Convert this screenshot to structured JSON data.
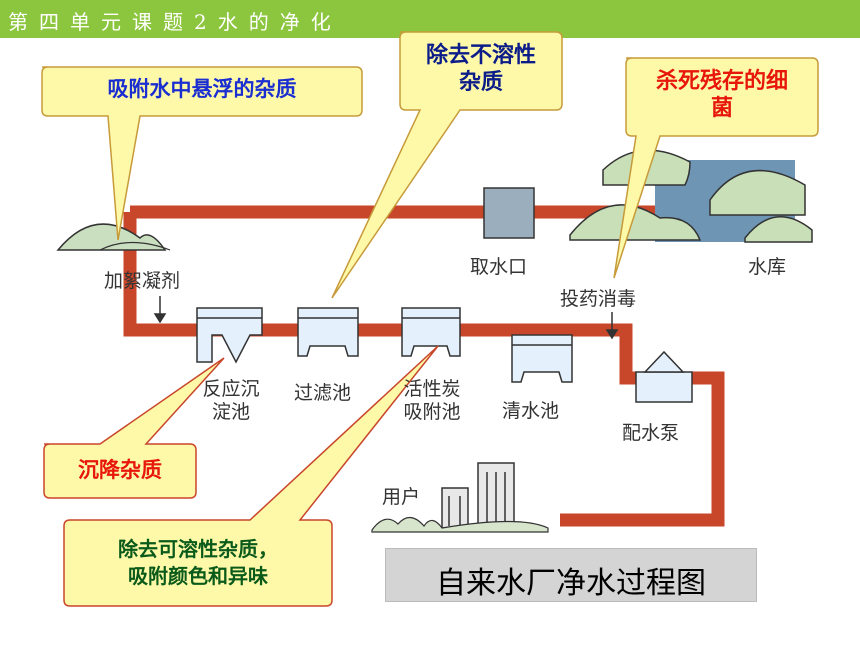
{
  "header": {
    "title": "第四单元课题2水的净化"
  },
  "callouts": {
    "adsorb_suspended": "吸附水中悬浮的杂质",
    "remove_insoluble": [
      "除去不溶性",
      "杂质"
    ],
    "kill_bacteria": [
      "杀死残存的细",
      "菌"
    ],
    "sedimentation": "沉降杂质",
    "remove_soluble": [
      "除去可溶性杂质，",
      "吸附颜色和异味"
    ]
  },
  "labels": {
    "coagulant": "加絮凝剂",
    "intake": "取水口",
    "reservoir": "水库",
    "disinfect": "投药消毒",
    "reaction_tank": [
      "反应沉",
      "淀池"
    ],
    "filter_tank": "过滤池",
    "carbon_tank": [
      "活性炭",
      "吸附池"
    ],
    "clean_water_tank": "清水池",
    "pump": "配水泵",
    "users": "用户"
  },
  "diagram_title": "自来水厂净水过程图",
  "colors": {
    "header": "#8cc63e",
    "pipe": "#c8462a",
    "callout_fill": "#fdf9a8",
    "callout_border": "#c79a3a",
    "blue_text": "#1b2ed1",
    "red_text": "#e8170c",
    "green_text": "#0a5a1a"
  }
}
